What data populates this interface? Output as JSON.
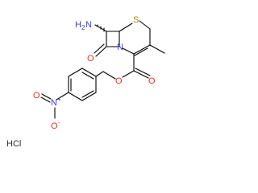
{
  "molecule": {
    "atom_labels": {
      "amine_h": "H",
      "amine_sub": "2",
      "amine_n": "N",
      "sulfur": "S",
      "ring_nitrogen": "N",
      "lactam_oxygen": "O",
      "ester_carbonyl_oxygen": "O",
      "ester_oxygen": "O",
      "nitro_oxygen_1": "O",
      "nitro_nitrogen": "N",
      "nitro_charge_plus": "+",
      "nitro_oxygen_2": "O",
      "nitro_charge_minus": "-"
    },
    "salt_label": "HCl",
    "colors": {
      "bond": "#000000",
      "nitrogen": "#3a3aff",
      "oxygen": "#ff2a1a",
      "sulfur": "#a08a00",
      "salt": "#2e2e2e"
    }
  }
}
